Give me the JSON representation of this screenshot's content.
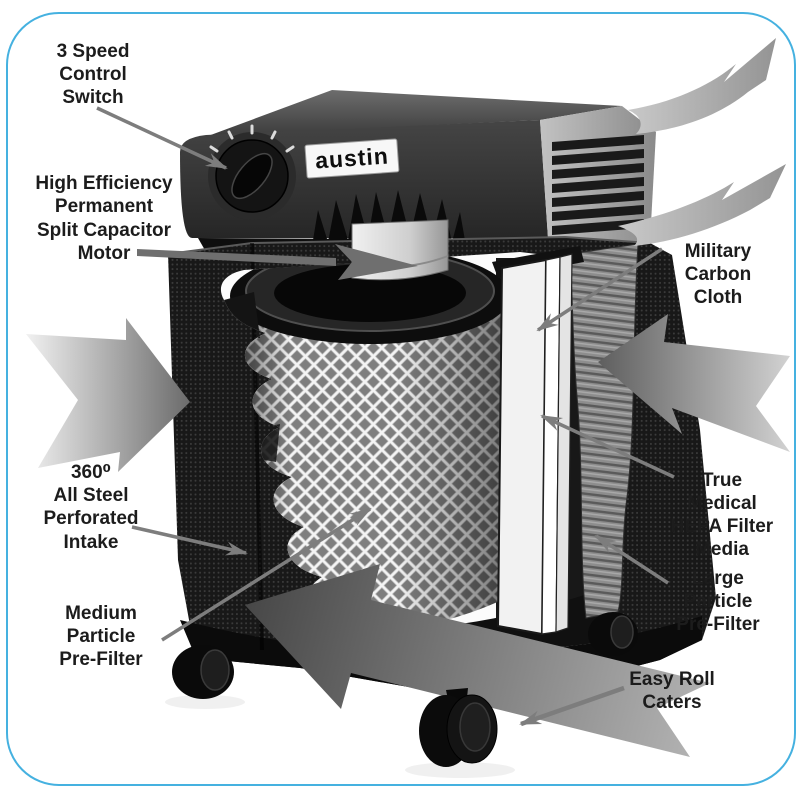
{
  "figure": {
    "type": "product-callout-diagram",
    "subject": "Austin Air purifier cutaway diagram",
    "brand_label": "austin",
    "border_color": "#45b1e0",
    "callouts": {
      "speed_switch": [
        "3 Speed",
        "Control",
        "Switch"
      ],
      "motor": [
        "High Efficiency",
        "Permanent",
        "Split Capacitor",
        "Motor"
      ],
      "carbon_cloth": [
        "Military",
        "Carbon",
        "Cloth"
      ],
      "intake": [
        "360⁰",
        "All Steel",
        "Perforated",
        "Intake"
      ],
      "hepa_media": [
        "True",
        "Medical",
        "HEPA Filter",
        "Media"
      ],
      "large_prefilter": [
        "Large",
        "Particle",
        "Pre-Filter"
      ],
      "medium_prefilter": [
        "Medium",
        "Particle",
        "Pre-Filter"
      ],
      "casters": [
        "Easy Roll",
        "Caters"
      ]
    }
  }
}
